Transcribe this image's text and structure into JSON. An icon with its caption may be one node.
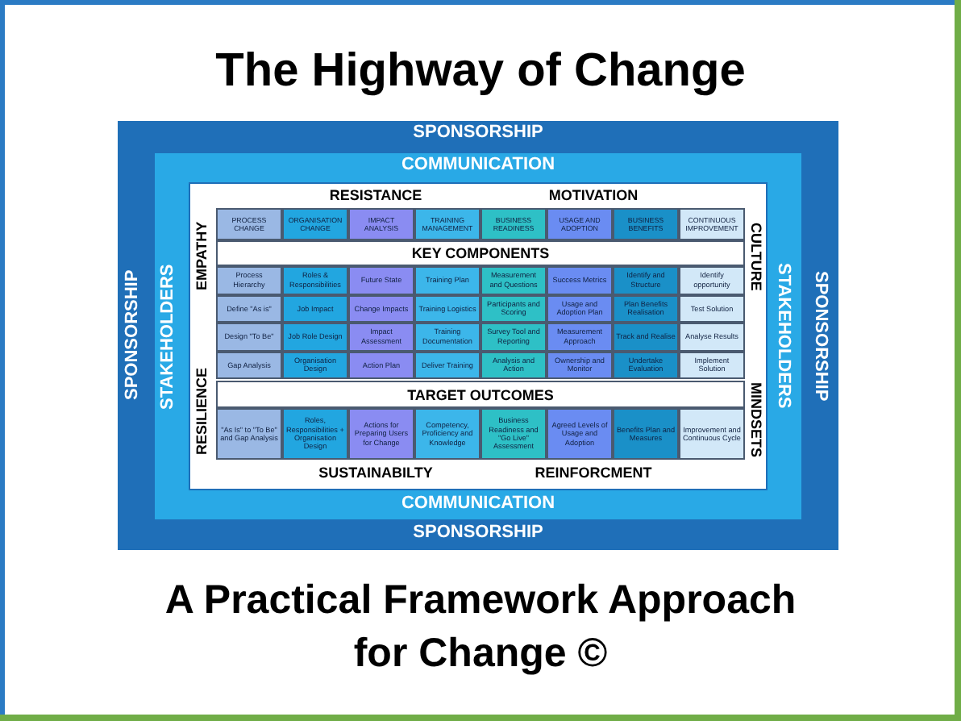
{
  "diagram": {
    "title": "The Highway of Change",
    "caption": "A Practical Framework Approach for Change ©",
    "nodes": [
      {
        "text": [
          "SPONSORSHIP",
          "SPONSORSHIP",
          "SPONSORSHIP",
          "SPONSORSHIP"
        ]
      },
      {
        "text": [
          "COMMUNICATION",
          "COMMUNICATION",
          "STAKEHOLDERS",
          "STAKEHOLDERS"
        ],
        "in": 0
      },
      {
        "text": [
          "RESISTANCE",
          "MOTIVATION",
          "EMPATHY",
          "CULTURE",
          "RESILIENCE",
          "MINDSETS",
          "SUSTAINABILTY",
          "REINFORCMENT"
        ],
        "in": 1
      },
      {
        "text": [
          "PROCESS CHANGE"
        ],
        "in": 2
      },
      {
        "text": [
          "ORGANISATION CHANGE"
        ],
        "in": 2
      },
      {
        "text": [
          "IMPACT ANALYSIS"
        ],
        "in": 2
      },
      {
        "text": [
          "TRAINING MANAGEMENT"
        ],
        "in": 2
      },
      {
        "text": [
          "BUSINESS READINESS"
        ],
        "in": 2
      },
      {
        "text": [
          "USAGE AND ADOPTION"
        ],
        "in": 2
      },
      {
        "text": [
          "BUSINESS BENEFITS"
        ],
        "in": 2
      },
      {
        "text": [
          "CONTINUOUS IMPROVEMENT"
        ],
        "in": 2
      },
      {
        "text": [
          "KEY COMPONENTS"
        ],
        "in": 2
      },
      {
        "text": [
          "Process Hierarchy"
        ],
        "in": 2
      },
      {
        "text": [
          "Roles & Responsibilities"
        ],
        "in": 2
      },
      {
        "text": [
          "Future State"
        ],
        "in": 2
      },
      {
        "text": [
          "Training Plan"
        ],
        "in": 2
      },
      {
        "text": [
          "Measurement and Questions"
        ],
        "in": 2
      },
      {
        "text": [
          "Success Metrics"
        ],
        "in": 2
      },
      {
        "text": [
          "Identify and Structure"
        ],
        "in": 2
      },
      {
        "text": [
          "Identify opportunity"
        ],
        "in": 2
      },
      {
        "text": [
          "Define \"As is\""
        ],
        "in": 2
      },
      {
        "text": [
          "Job Impact"
        ],
        "in": 2
      },
      {
        "text": [
          "Change Impacts"
        ],
        "in": 2
      },
      {
        "text": [
          "Training Logistics"
        ],
        "in": 2
      },
      {
        "text": [
          "Participants and Scoring"
        ],
        "in": 2
      },
      {
        "text": [
          "Usage and Adoption Plan"
        ],
        "in": 2
      },
      {
        "text": [
          "Plan Benefits Realisation"
        ],
        "in": 2
      },
      {
        "text": [
          "Test Solution"
        ],
        "in": 2
      },
      {
        "text": [
          "Design \"To Be\""
        ],
        "in": 2
      },
      {
        "text": [
          "Job Role Design"
        ],
        "in": 2
      },
      {
        "text": [
          "Impact Assessment"
        ],
        "in": 2
      },
      {
        "text": [
          "Training Documentation"
        ],
        "in": 2
      },
      {
        "text": [
          "Survey Tool and Reporting"
        ],
        "in": 2
      },
      {
        "text": [
          "Measurement Approach"
        ],
        "in": 2
      },
      {
        "text": [
          "Track and Realise"
        ],
        "in": 2
      },
      {
        "text": [
          "Analyse Results"
        ],
        "in": 2
      },
      {
        "text": [
          "Gap Analysis"
        ],
        "in": 2
      },
      {
        "text": [
          "Organisation Design"
        ],
        "in": 2
      },
      {
        "text": [
          "Action Plan"
        ],
        "in": 2
      },
      {
        "text": [
          "Deliver Training"
        ],
        "in": 2
      },
      {
        "text": [
          "Analysis and Action"
        ],
        "in": 2
      },
      {
        "text": [
          "Ownership and Monitor"
        ],
        "in": 2
      },
      {
        "text": [
          "Undertake Evaluation"
        ],
        "in": 2
      },
      {
        "text": [
          "Implement Solution"
        ],
        "in": 2
      },
      {
        "text": [
          "TARGET OUTCOMES"
        ],
        "in": 2
      },
      {
        "text": [
          "\"As Is\" to \"To Be\" and Gap Analysis"
        ],
        "in": 2
      },
      {
        "text": [
          "Roles, Responsibilities + Organisation Design"
        ],
        "in": 2
      },
      {
        "text": [
          "Actions for Preparing Users for Change"
        ],
        "in": 2
      },
      {
        "text": [
          "Competency, Proficiency and Knowledge"
        ],
        "in": 2
      },
      {
        "text": [
          "Business Readiness and \"Go Live\" Assessment"
        ],
        "in": 2
      },
      {
        "text": [
          "Agreed Levels of Usage and Adoption"
        ],
        "in": 2
      },
      {
        "text": [
          "Benefits Plan and Measures"
        ],
        "in": 2
      },
      {
        "text": [
          "Improvement and Continuous Cycle"
        ],
        "in": 2
      }
    ],
    "edges": []
  }
}
